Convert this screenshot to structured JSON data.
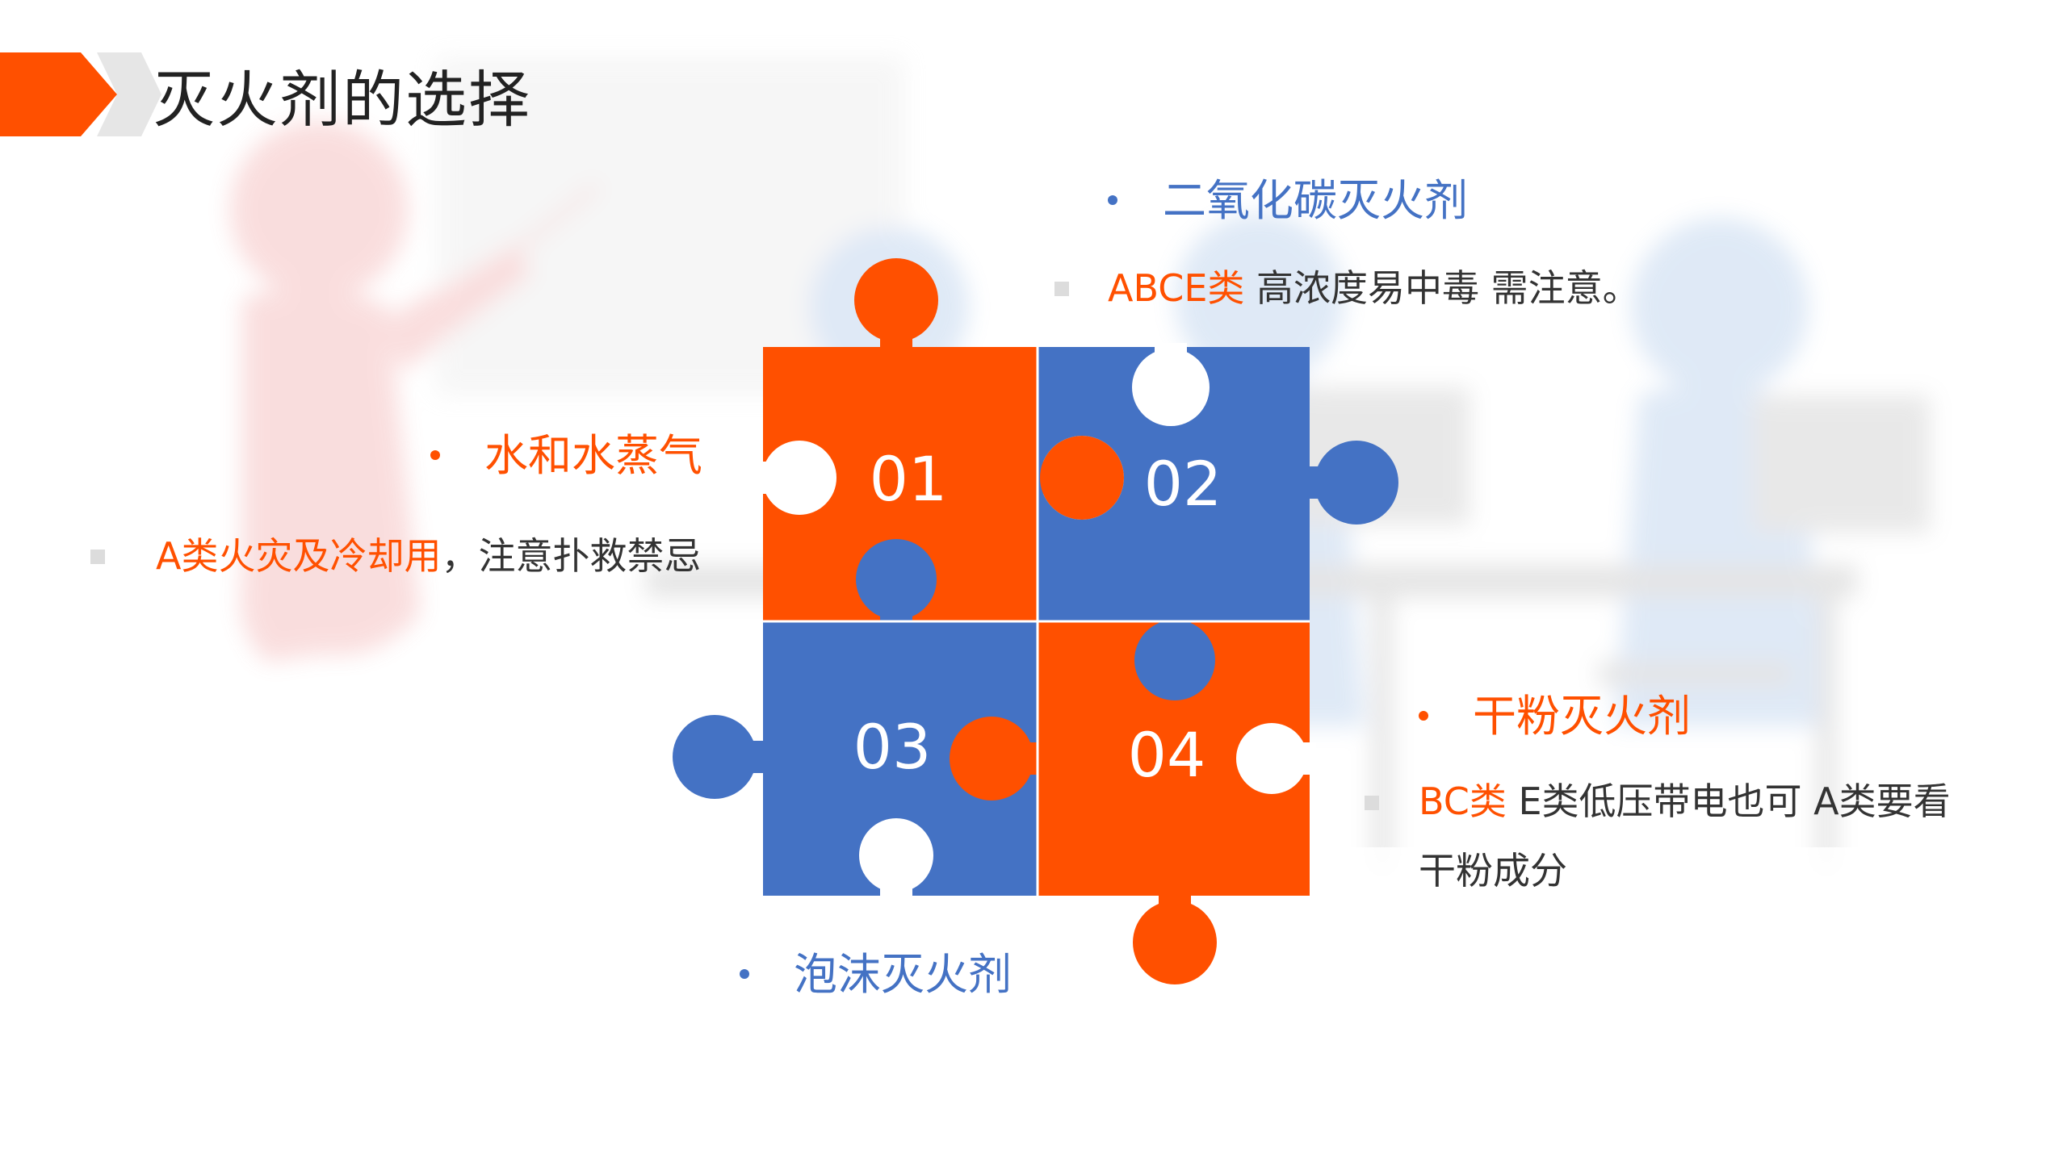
{
  "slide": {
    "title": "灭火剂的选择"
  },
  "colors": {
    "orange": "#ff5000",
    "blue": "#4472c4",
    "title_chevron_gray": "#e6e6e6",
    "body_text": "#333333"
  },
  "puzzle": {
    "pieces": [
      {
        "number": "01",
        "color": "orange"
      },
      {
        "number": "02",
        "color": "blue"
      },
      {
        "number": "03",
        "color": "blue"
      },
      {
        "number": "04",
        "color": "orange"
      }
    ]
  },
  "callouts": {
    "water": {
      "heading": "水和水蒸气",
      "desc_highlight": "A类火灾及冷却用",
      "desc_rest": "，注意扑救禁忌"
    },
    "co2": {
      "heading": "二氧化碳灭火剂",
      "desc_highlight": "ABCE类",
      "desc_rest": " 高浓度易中毒 需注意。"
    },
    "powder": {
      "heading": "干粉灭火剂",
      "desc_highlight": "BC类",
      "desc_rest": " E类低压带电也可 A类要看干粉成分"
    },
    "foam": {
      "heading": "泡沫灭火剂"
    }
  }
}
